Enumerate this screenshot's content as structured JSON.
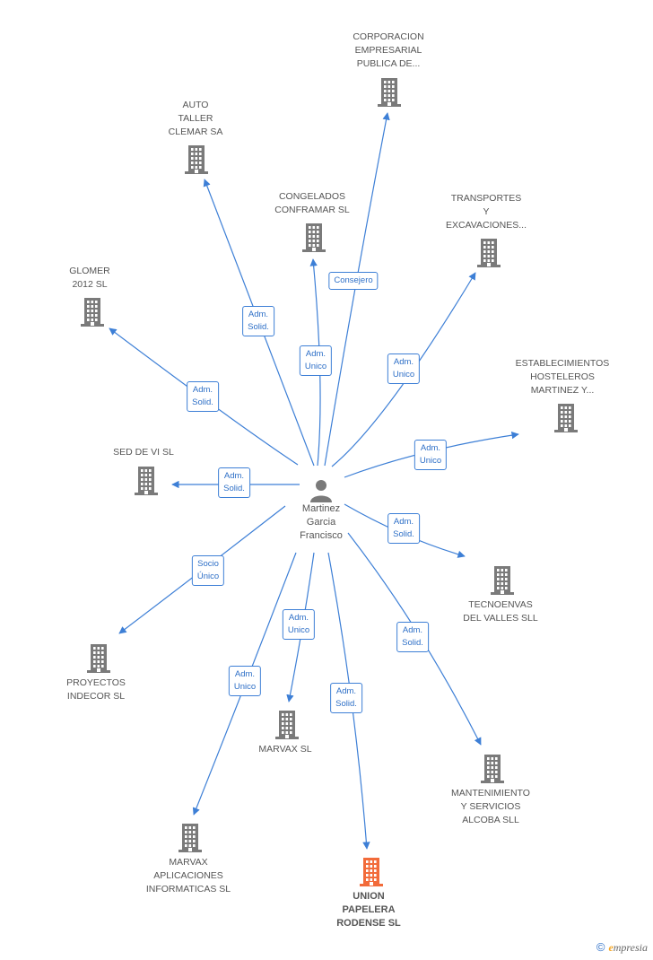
{
  "person": {
    "name": "Martinez\nGarcia\nFrancisco"
  },
  "colors": {
    "edge": "#3d7fd6",
    "building": "#7a7a7a",
    "highlight": "#f26b3a"
  },
  "companies": [
    {
      "id": "corporacion",
      "name": "CORPORACION\nEMPRESARIAL\nPUBLICA DE..."
    },
    {
      "id": "auto-taller",
      "name": "AUTO\nTALLER\nCLEMAR SA"
    },
    {
      "id": "congelados",
      "name": "CONGELADOS\nCONFRAMAR SL"
    },
    {
      "id": "transportes",
      "name": "TRANSPORTES\nY\nEXCAVACIONES..."
    },
    {
      "id": "glomer",
      "name": "GLOMER\n2012 SL"
    },
    {
      "id": "establecimientos",
      "name": "ESTABLECIMIENTOS\nHOSTELEROS\nMARTINEZ Y..."
    },
    {
      "id": "sed-de-vi",
      "name": "SED DE VI SL"
    },
    {
      "id": "tecnoenvas",
      "name": "TECNOENVAS\nDEL VALLES SLL"
    },
    {
      "id": "proyectos",
      "name": "PROYECTOS\nINDECOR SL"
    },
    {
      "id": "marvax",
      "name": "MARVAX SL"
    },
    {
      "id": "mantenimiento",
      "name": "MANTENIMIENTO\nY SERVICIOS\nALCOBA SLL"
    },
    {
      "id": "marvax-apl",
      "name": "MARVAX\nAPLICACIONES\nINFORMATICAS SL"
    },
    {
      "id": "union",
      "name": "UNION\nPAPELERA\nRODENSE SL",
      "highlight": true
    }
  ],
  "relations": [
    {
      "target": "corporacion",
      "label": "Consejero"
    },
    {
      "target": "auto-taller",
      "label": "Adm.\nSolid."
    },
    {
      "target": "congelados",
      "label": "Adm.\nUnico"
    },
    {
      "target": "transportes",
      "label": "Adm.\nUnico"
    },
    {
      "target": "glomer",
      "label": "Adm.\nSolid."
    },
    {
      "target": "establecimientos",
      "label": "Adm.\nUnico"
    },
    {
      "target": "sed-de-vi",
      "label": "Adm.\nSolid."
    },
    {
      "target": "tecnoenvas",
      "label": "Adm.\nSolid."
    },
    {
      "target": "proyectos",
      "label": "Socio\nÚnico"
    },
    {
      "target": "marvax",
      "label": "Adm.\nUnico"
    },
    {
      "target": "mantenimiento",
      "label": "Adm.\nSolid."
    },
    {
      "target": "marvax-apl",
      "label": "Adm.\nUnico"
    },
    {
      "target": "union",
      "label": "Adm.\nSolid."
    }
  ],
  "footer": {
    "copyright": "©",
    "brand_e": "e",
    "brand_rest": "mpresia"
  }
}
